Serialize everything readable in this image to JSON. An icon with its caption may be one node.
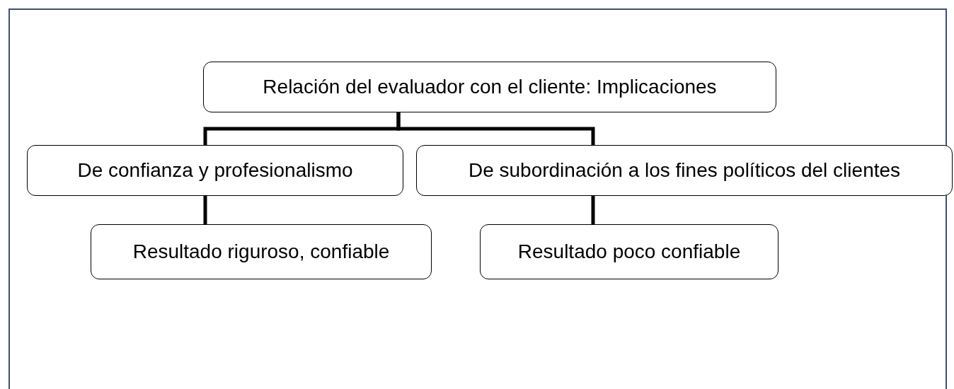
{
  "diagram": {
    "nodes": [
      {
        "text": [
          "Relación del evaluador con el cliente: Implicaciones"
        ]
      },
      {
        "text": [
          "De confianza y profesionalismo"
        ]
      },
      {
        "text": [
          "De subordinación a los fines políticos del clientes"
        ]
      },
      {
        "text": [
          "Resultado riguroso, confiable"
        ]
      },
      {
        "text": [
          "Resultado poco confiable"
        ]
      }
    ],
    "edges": [
      {
        "from": 0,
        "to": 1,
        "arrow": "none"
      },
      {
        "from": 0,
        "to": 2,
        "arrow": "none"
      },
      {
        "from": 1,
        "to": 3,
        "arrow": "none"
      },
      {
        "from": 2,
        "to": 4,
        "arrow": "none"
      }
    ]
  }
}
